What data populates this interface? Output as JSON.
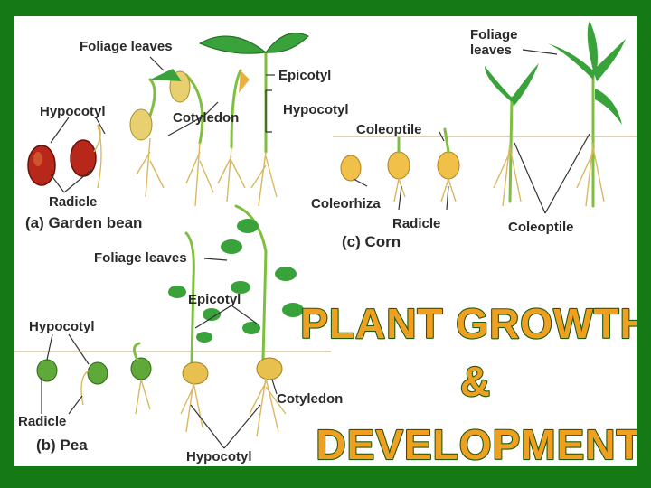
{
  "colors": {
    "frame": "#157a15",
    "title_fill": "#f0a020",
    "title_stroke": "#1f5a10",
    "leaf": "#3aa23a",
    "seed_bean": "#b8281a",
    "seed_pea": "#5fa83a",
    "seed_corn": "#f0c048",
    "soil_line": "#d9d0b8"
  },
  "bean": {
    "foliage_leaves": "Foliage leaves",
    "hypocotyl_left": "Hypocotyl",
    "cotyledon": "Cotyledon",
    "epicotyl": "Epicotyl",
    "hypocotyl_right": "Hypocotyl",
    "radicle": "Radicle",
    "caption": "(a) Garden bean"
  },
  "corn": {
    "foliage_leaves_line1": "Foliage",
    "foliage_leaves_line2": "leaves",
    "coleoptile_top": "Coleoptile",
    "coleorhiza": "Coleorhiza",
    "radicle": "Radicle",
    "coleoptile_bottom": "Coleoptile",
    "caption": "(c) Corn"
  },
  "pea": {
    "foliage_leaves": "Foliage leaves",
    "epicotyl": "Epicotyl",
    "hypocotyl_left": "Hypocotyl",
    "radicle": "Radicle",
    "cotyledon": "Cotyledon",
    "hypocotyl_bottom": "Hypocotyl",
    "caption": "(b) Pea"
  },
  "title": {
    "line1": "PLANT GROWTH",
    "line2": "&",
    "line3": "DEVELOPMENT"
  }
}
